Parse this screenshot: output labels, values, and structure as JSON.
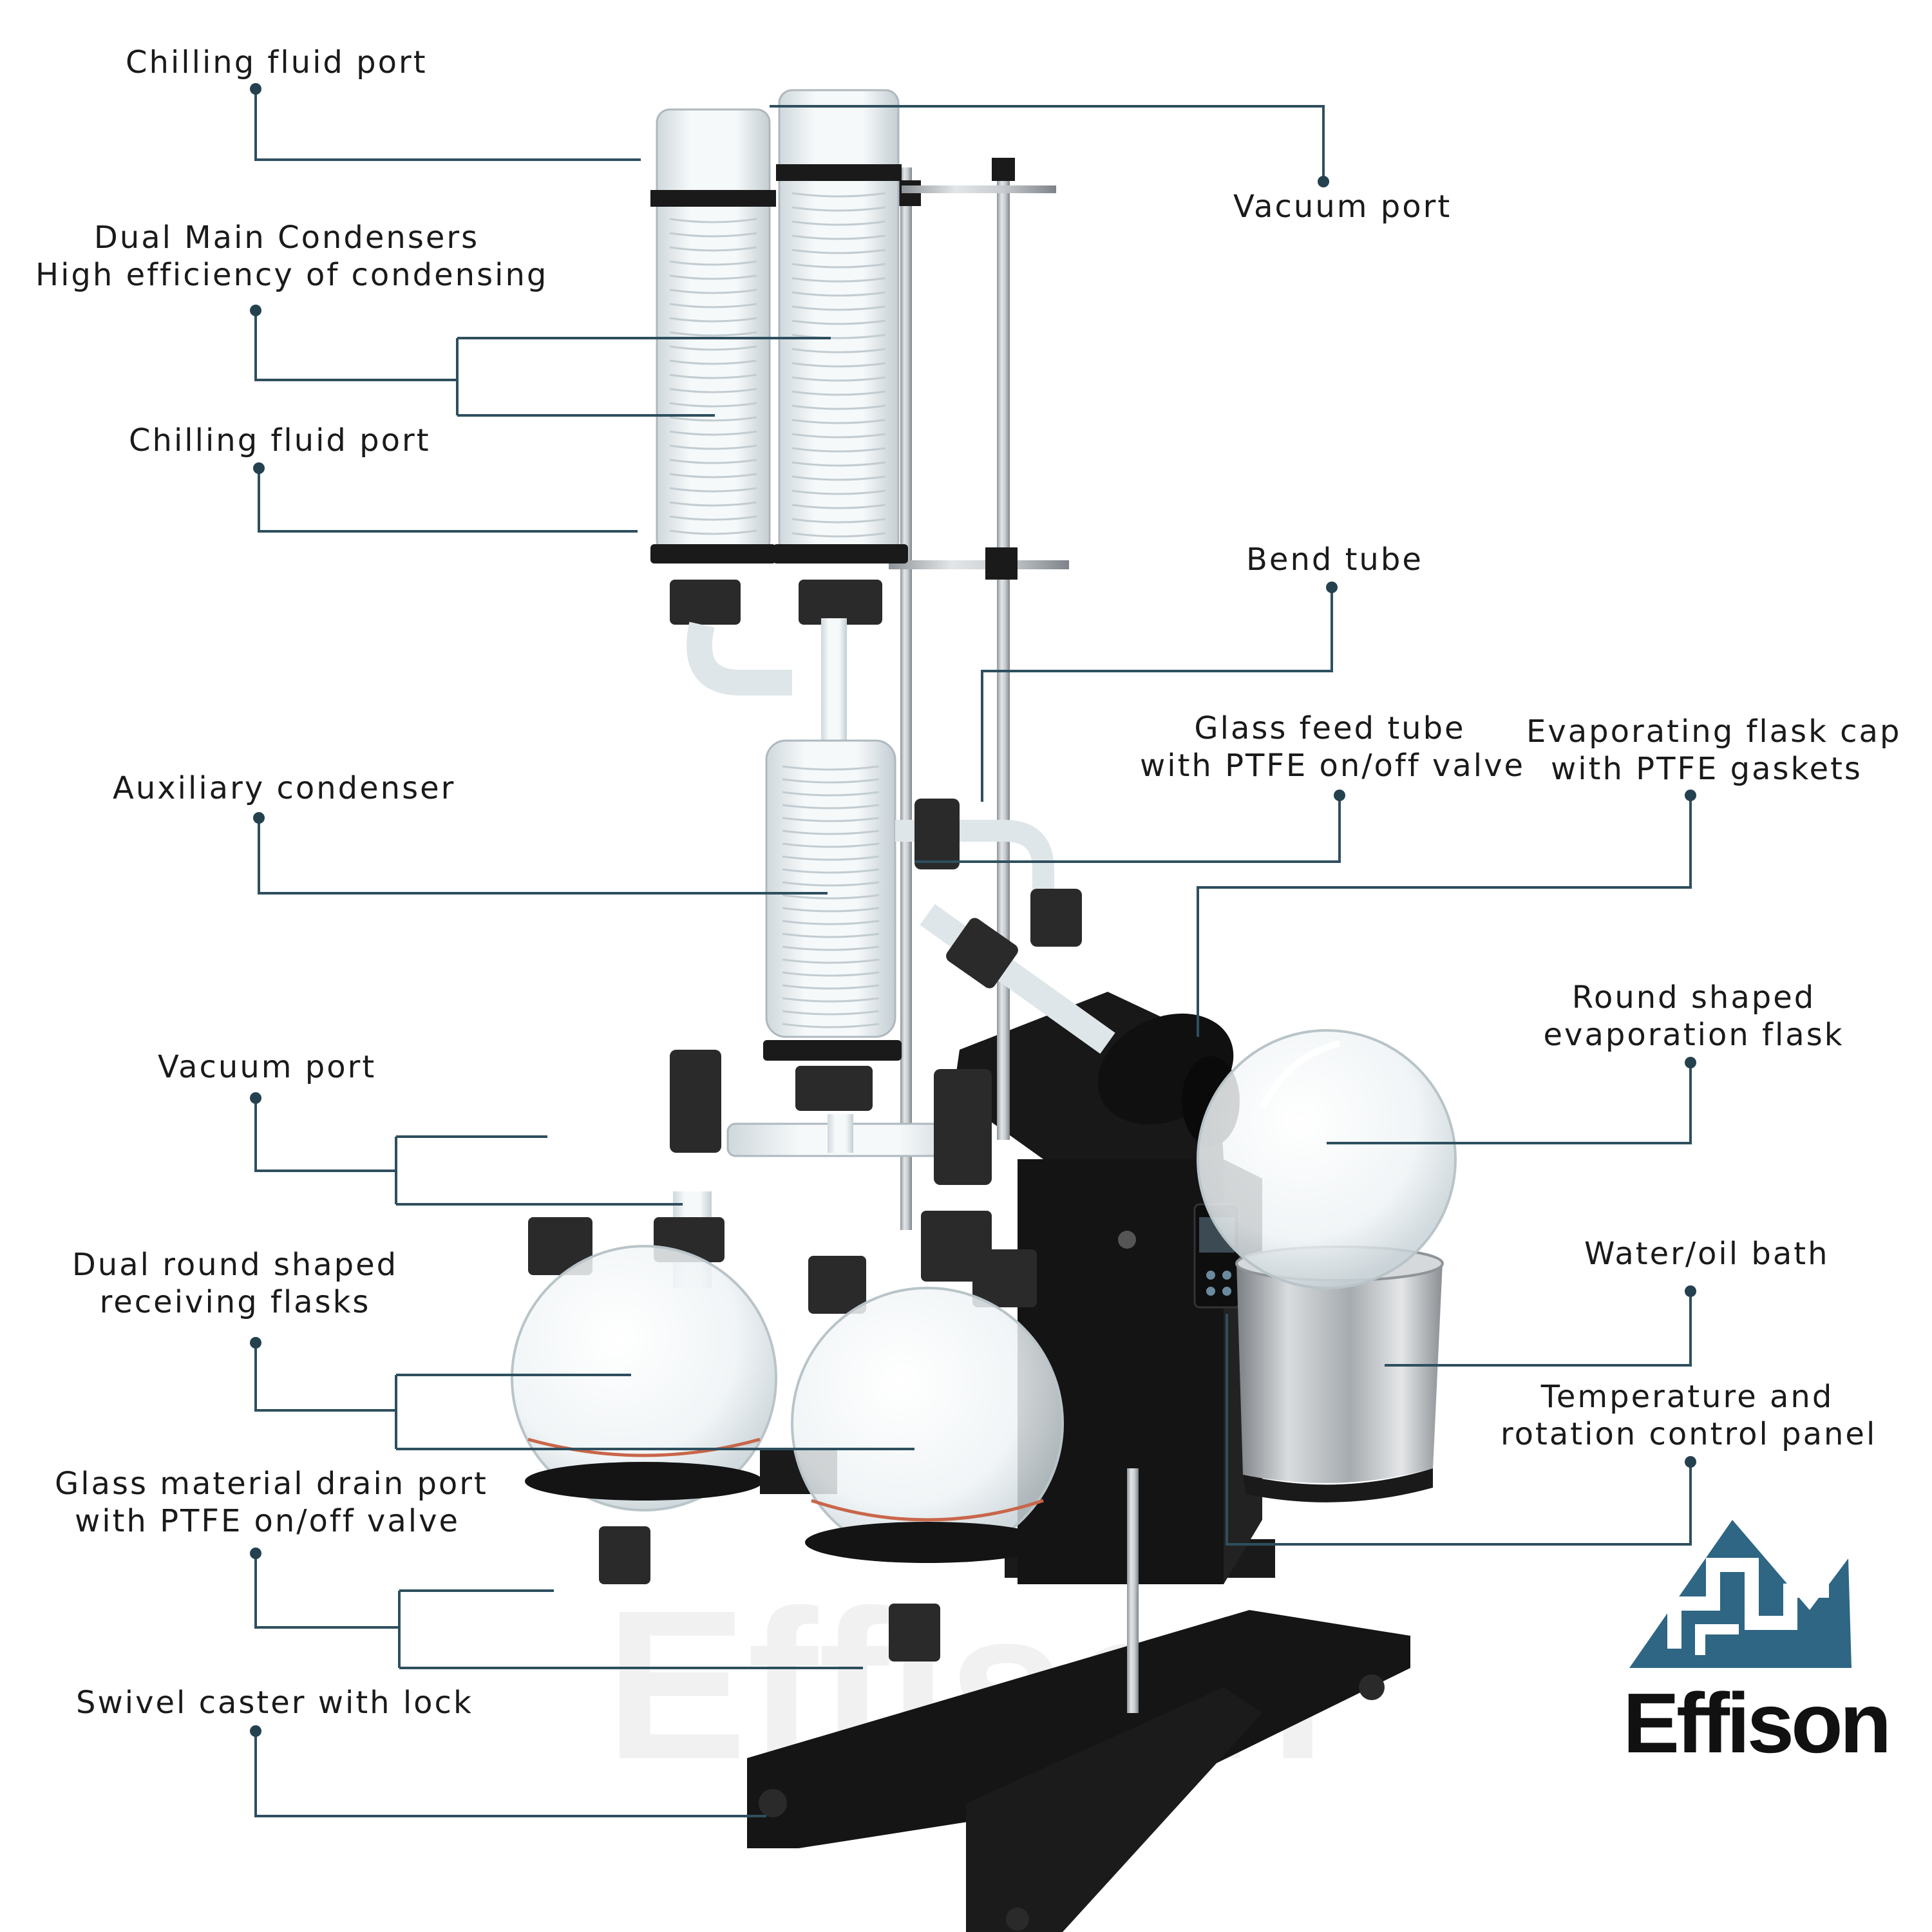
{
  "labels": {
    "chilling_port_top": "Chilling fluid port",
    "vacuum_port_top": "Vacuum port",
    "dual_condensers_1": "Dual Main Condensers",
    "dual_condensers_2": "High efficiency of condensing",
    "chilling_port_mid": "Chilling fluid port",
    "bend_tube": "Bend tube",
    "glass_feed_1": "Glass feed tube",
    "glass_feed_2": "with PTFE on/off valve",
    "flask_cap_1": "Evaporating flask cap",
    "flask_cap_2": "with PTFE gaskets",
    "auxiliary_condenser": "Auxiliary condenser",
    "round_flask_1": "Round shaped",
    "round_flask_2": "evaporation flask",
    "vacuum_port_left": "Vacuum port",
    "water_oil_bath": "Water/oil bath",
    "receiving_1": "Dual round shaped",
    "receiving_2": "receiving flasks",
    "temp_panel_1": "Temperature and",
    "temp_panel_2": "rotation control panel",
    "drain_port_1": "Glass material drain port",
    "drain_port_2": "with PTFE on/off valve",
    "swivel_caster": "Swivel caster with lock"
  },
  "brand": {
    "name": "Effison",
    "watermark": "Effison"
  },
  "colors": {
    "leader": "#2e4f5e",
    "dot": "#24414f",
    "logo_blue": "#2e6684",
    "frame": "#121212",
    "steel": "#b8bcc0"
  },
  "icons": [
    "effison-logo-icon"
  ]
}
